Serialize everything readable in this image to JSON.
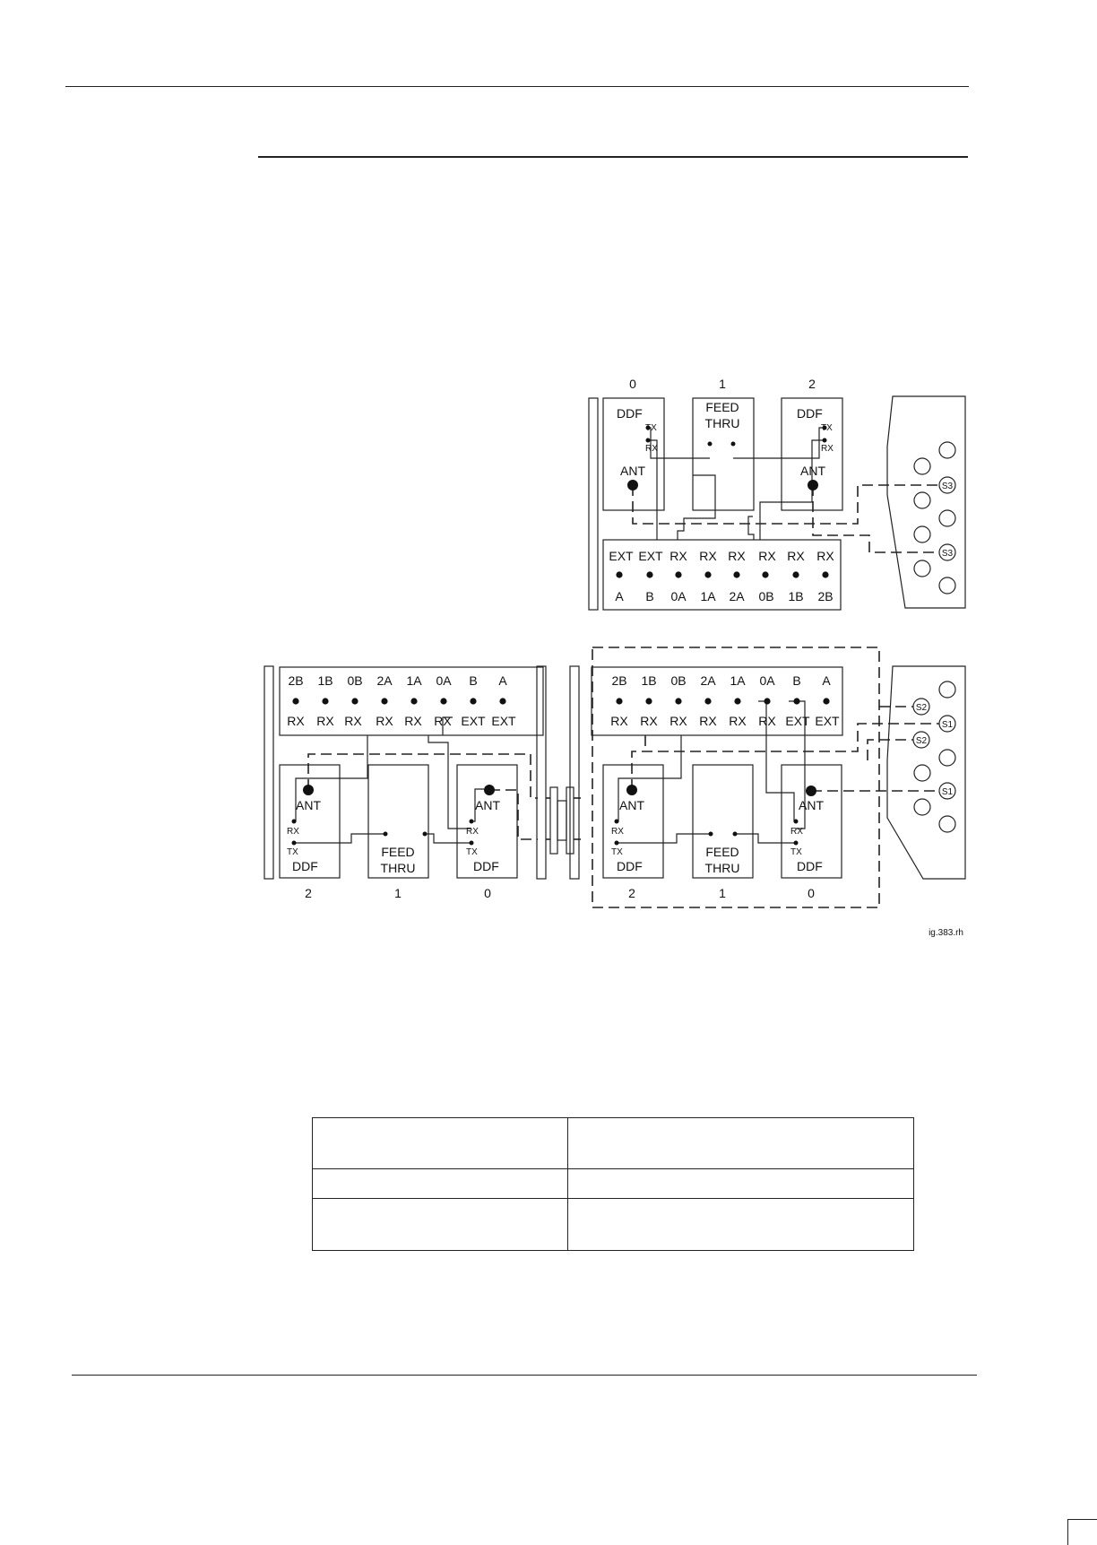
{
  "figure": {
    "ref": "ig.383.rh",
    "top_cabinet": {
      "positions": [
        "0",
        "1",
        "2"
      ],
      "modules": {
        "ddf_left": {
          "name": "DDF",
          "tx": "TX",
          "rx": "RX",
          "ant": "ANT"
        },
        "feed_thru": {
          "line1": "FEED",
          "line2": "THRU"
        },
        "ddf_right": {
          "name": "DDF",
          "tx": "TX",
          "rx": "RX",
          "ant": "ANT"
        }
      },
      "panel": {
        "top_labels": [
          "EXT",
          "EXT",
          "RX",
          "RX",
          "RX",
          "RX",
          "RX",
          "RX"
        ],
        "bottom_labels": [
          "A",
          "B",
          "0A",
          "1A",
          "2A",
          "0B",
          "1B",
          "2B"
        ]
      },
      "ports": [
        "S3",
        "S3"
      ]
    },
    "bottom_left_cabinet": {
      "positions": [
        "2",
        "1",
        "0"
      ],
      "panel": {
        "top_labels": [
          "2B",
          "1B",
          "0B",
          "2A",
          "1A",
          "0A",
          "B",
          "A"
        ],
        "bottom_labels": [
          "RX",
          "RX",
          "RX",
          "RX",
          "RX",
          "RX",
          "EXT",
          "EXT"
        ]
      },
      "modules": {
        "ddf_left": {
          "name": "DDF",
          "tx": "TX",
          "rx": "RX",
          "ant": "ANT"
        },
        "feed_thru": {
          "line1": "FEED",
          "line2": "THRU"
        },
        "ddf_right": {
          "name": "DDF",
          "tx": "TX",
          "rx": "RX",
          "ant": "ANT"
        }
      }
    },
    "bottom_right_cabinet": {
      "positions": [
        "2",
        "1",
        "0"
      ],
      "panel": {
        "top_labels": [
          "2B",
          "1B",
          "0B",
          "2A",
          "1A",
          "0A",
          "B",
          "A"
        ],
        "bottom_labels": [
          "RX",
          "RX",
          "RX",
          "RX",
          "RX",
          "RX",
          "EXT",
          "EXT"
        ]
      },
      "modules": {
        "ddf_left": {
          "name": "DDF",
          "tx": "TX",
          "rx": "RX",
          "ant": "ANT"
        },
        "feed_thru": {
          "line1": "FEED",
          "line2": "THRU"
        },
        "ddf_right": {
          "name": "DDF",
          "tx": "TX",
          "rx": "RX",
          "ant": "ANT"
        }
      },
      "ports": [
        "S2",
        "S1",
        "S2",
        "S1"
      ]
    }
  },
  "table": {
    "rows": [
      [
        "",
        ""
      ],
      [
        "",
        ""
      ],
      [
        "",
        ""
      ]
    ]
  }
}
